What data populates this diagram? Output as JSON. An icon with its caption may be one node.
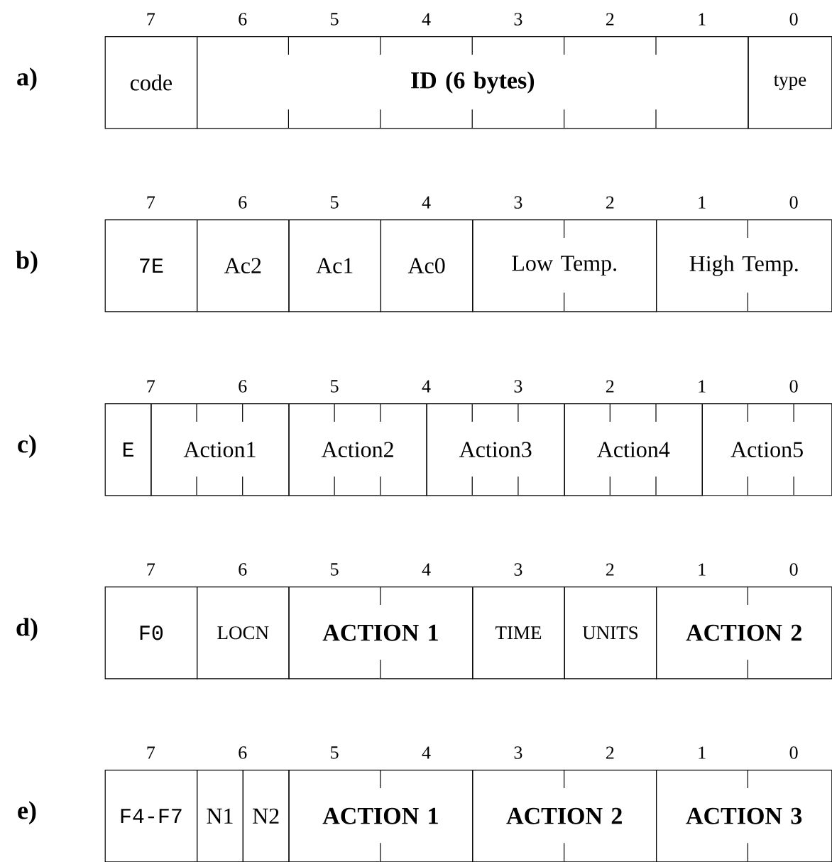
{
  "diagram": {
    "nodes": [
      {
        "text": [
          "code"
        ]
      },
      {
        "text": [
          "ID (6 bytes)"
        ]
      },
      {
        "text": [
          "type"
        ]
      },
      {
        "text": [
          "7E"
        ]
      },
      {
        "text": [
          "Ac2"
        ]
      },
      {
        "text": [
          "Ac1"
        ]
      },
      {
        "text": [
          "Ac0"
        ]
      },
      {
        "text": [
          "Low Temp."
        ]
      },
      {
        "text": [
          "High Temp."
        ]
      },
      {
        "text": [
          "E"
        ]
      },
      {
        "text": [
          "Action1"
        ]
      },
      {
        "text": [
          "Action2"
        ]
      },
      {
        "text": [
          "Action3"
        ]
      },
      {
        "text": [
          "Action4"
        ]
      },
      {
        "text": [
          "Action5"
        ]
      },
      {
        "text": [
          "F0"
        ]
      },
      {
        "text": [
          "LOCN"
        ]
      },
      {
        "text": [
          "ACTION 1"
        ]
      },
      {
        "text": [
          "TIME"
        ]
      },
      {
        "text": [
          "UNITS"
        ]
      },
      {
        "text": [
          "ACTION 2"
        ]
      },
      {
        "text": [
          "F4-F7"
        ]
      },
      {
        "text": [
          "N1"
        ]
      },
      {
        "text": [
          "N2"
        ]
      },
      {
        "text": [
          "ACTION 1"
        ]
      },
      {
        "text": [
          "ACTION 2"
        ]
      },
      {
        "text": [
          "ACTION 3"
        ]
      }
    ],
    "labels": [
      "7",
      "6",
      "5",
      "4",
      "3",
      "2",
      "1",
      "0",
      "a)",
      "7",
      "6",
      "5",
      "4",
      "3",
      "2",
      "1",
      "0",
      "b)",
      "7",
      "6",
      "5",
      "4",
      "3",
      "2",
      "1",
      "0",
      "c)",
      "7",
      "6",
      "5",
      "4",
      "3",
      "2",
      "1",
      "0",
      "d)",
      "7",
      "6",
      "5",
      "4",
      "3",
      "2",
      "1",
      "0",
      "e)"
    ]
  }
}
